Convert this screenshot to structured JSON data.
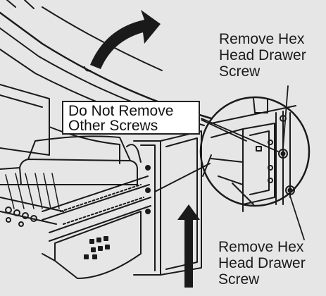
{
  "labels": {
    "callout_line1": "Do Not Remove",
    "callout_line2": "Other Screws",
    "top_line1": "Remove Hex",
    "top_line2": "Head Drawer",
    "top_line3": "Screw",
    "bottom_line1": "Remove Hex",
    "bottom_line2": "Head Drawer",
    "bottom_line3": "Screw"
  },
  "colors": {
    "background": "#e6e6e6",
    "line": "#1a1a1a",
    "arrow": "#1a1a1a"
  },
  "icons": [
    "curved-up-arrow-icon",
    "straight-up-arrow-icon"
  ]
}
